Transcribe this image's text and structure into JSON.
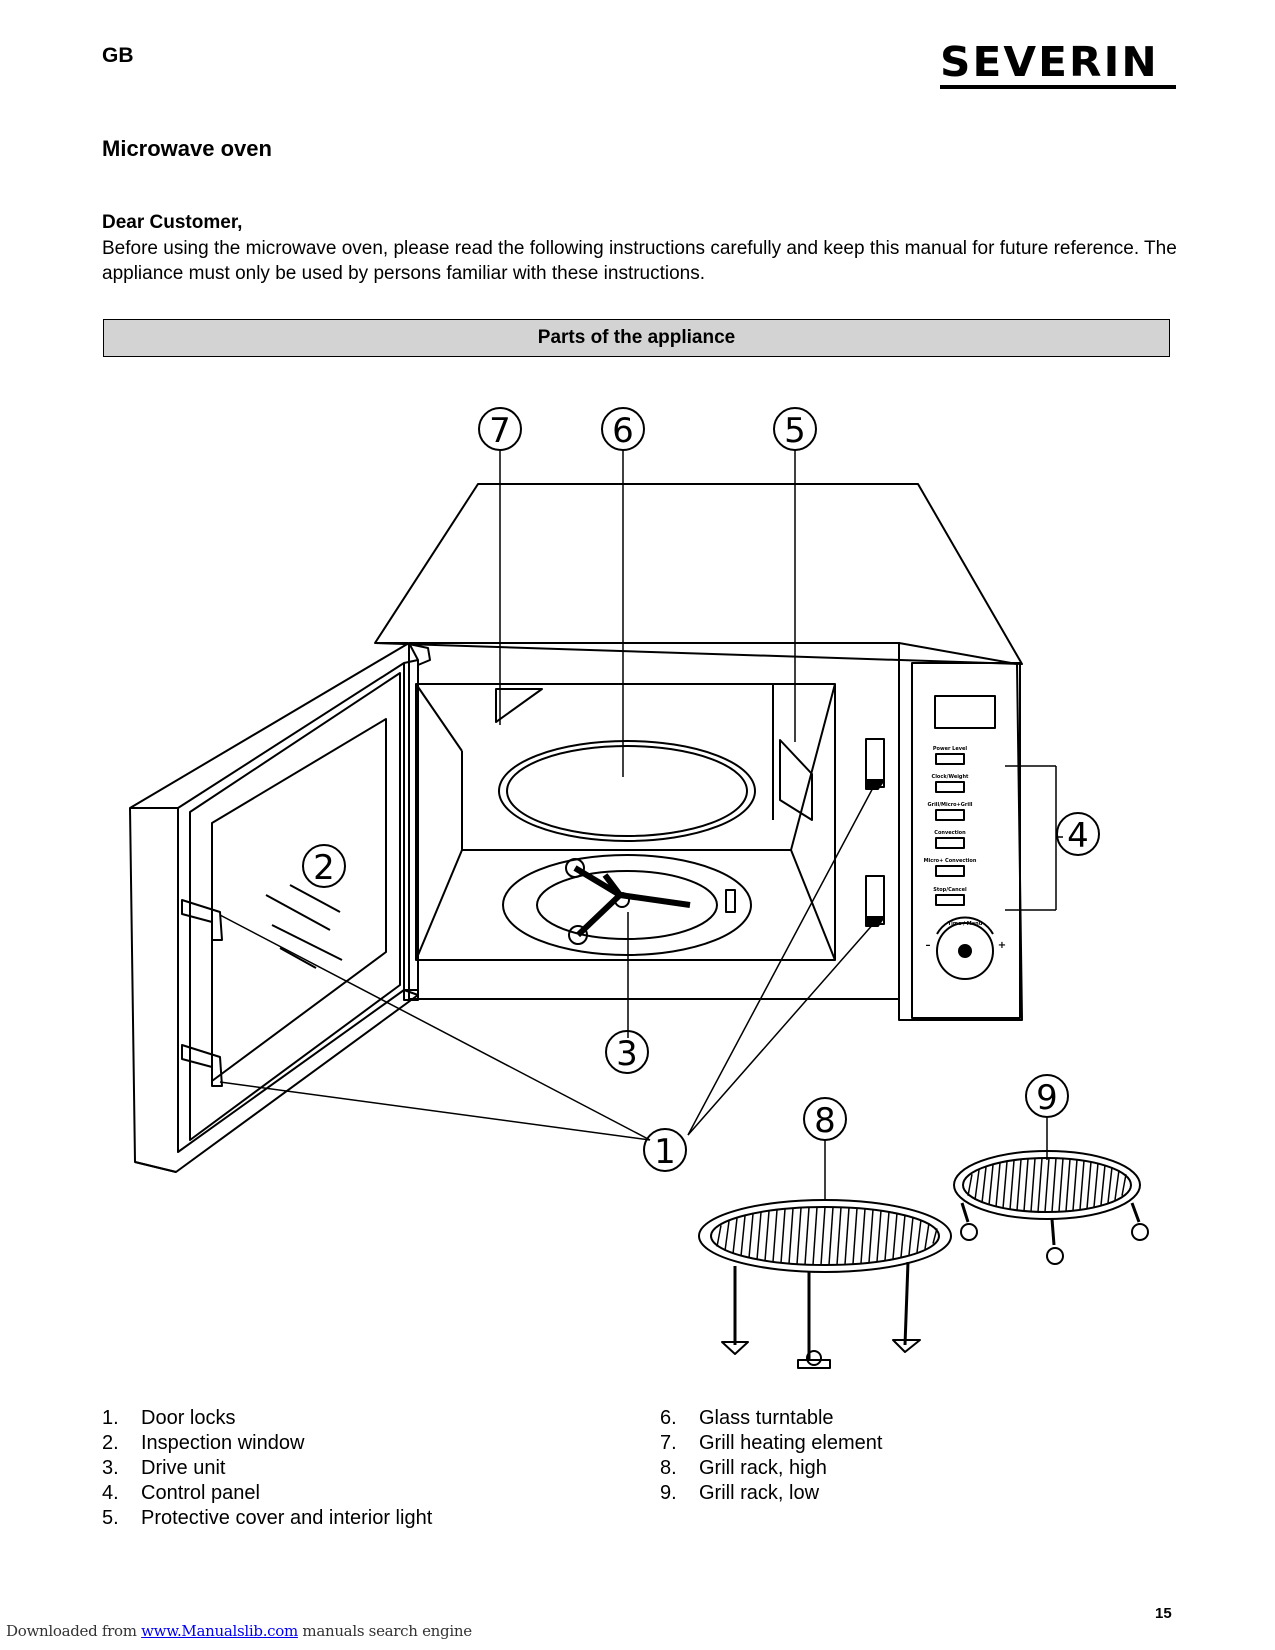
{
  "header": {
    "language_code": "GB",
    "brand_logo": "SEVERIN"
  },
  "title": "Microwave oven",
  "greeting": "Dear Customer,",
  "intro": "Before using the microwave oven, please read the following instructions carefully and keep this manual for future reference. The appliance must only be used by persons familiar with these instructions.",
  "section_heading": "Parts of the appliance",
  "diagram": {
    "callouts": [
      "1",
      "2",
      "3",
      "4",
      "5",
      "6",
      "7",
      "8",
      "9"
    ],
    "control_labels": [
      "Power Level",
      "Clock/Weight",
      "Grill/Micro+Grill",
      "Convection",
      "Micro+ Convection",
      "Stop/Cancel",
      "Time / Menu",
      "–",
      "+"
    ]
  },
  "parts": [
    {
      "num": "1.",
      "label": "Door locks"
    },
    {
      "num": "2.",
      "label": "Inspection window"
    },
    {
      "num": "3.",
      "label": "Drive unit"
    },
    {
      "num": "4.",
      "label": "Control panel"
    },
    {
      "num": "5.",
      "label": "Protective cover and interior light"
    },
    {
      "num": "6.",
      "label": "Glass turntable"
    },
    {
      "num": "7.",
      "label": "Grill heating element"
    },
    {
      "num": "8.",
      "label": "Grill rack, high"
    },
    {
      "num": "9.",
      "label": "Grill rack, low"
    }
  ],
  "page_number": "15",
  "footer": {
    "prefix": "Downloaded from ",
    "link": "www.Manualslib.com",
    "suffix": " manuals search engine"
  }
}
